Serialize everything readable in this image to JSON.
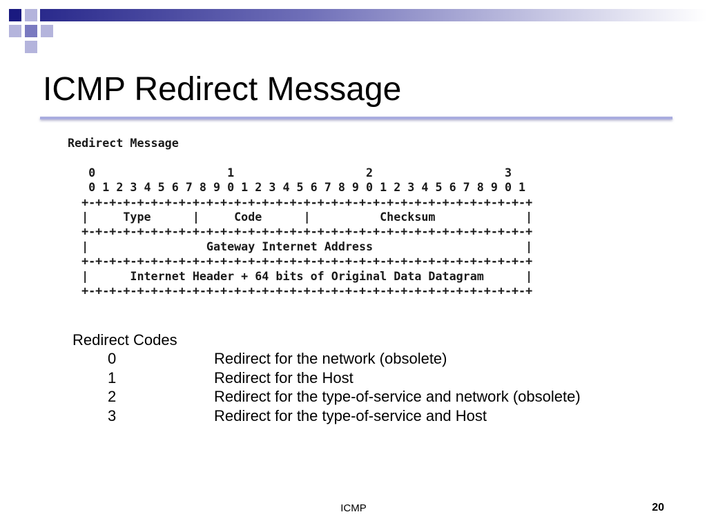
{
  "slide": {
    "title": "ICMP Redirect Message",
    "accent_color": "#2a2a8c",
    "rule_color": "#a9acdf"
  },
  "diagram": {
    "lines": [
      "Redirect Message",
      "",
      "   0                   1                   2                   3",
      "   0 1 2 3 4 5 6 7 8 9 0 1 2 3 4 5 6 7 8 9 0 1 2 3 4 5 6 7 8 9 0 1",
      "  +-+-+-+-+-+-+-+-+-+-+-+-+-+-+-+-+-+-+-+-+-+-+-+-+-+-+-+-+-+-+-+-+",
      "  |     Type      |     Code      |          Checksum             |",
      "  +-+-+-+-+-+-+-+-+-+-+-+-+-+-+-+-+-+-+-+-+-+-+-+-+-+-+-+-+-+-+-+-+",
      "  |                 Gateway Internet Address                      |",
      "  +-+-+-+-+-+-+-+-+-+-+-+-+-+-+-+-+-+-+-+-+-+-+-+-+-+-+-+-+-+-+-+-+",
      "  |      Internet Header + 64 bits of Original Data Datagram      |",
      "  +-+-+-+-+-+-+-+-+-+-+-+-+-+-+-+-+-+-+-+-+-+-+-+-+-+-+-+-+-+-+-+-+"
    ]
  },
  "codes": {
    "heading": "Redirect Codes",
    "items": [
      {
        "code": "0",
        "description": "Redirect for the network (obsolete)"
      },
      {
        "code": "1",
        "description": "Redirect for the Host"
      },
      {
        "code": "2",
        "description": "Redirect for the type-of-service and network (obsolete)"
      },
      {
        "code": "3",
        "description": "Redirect for the type-of-service and Host"
      }
    ]
  },
  "footer": {
    "center_text": "ICMP",
    "page_number": "20"
  }
}
